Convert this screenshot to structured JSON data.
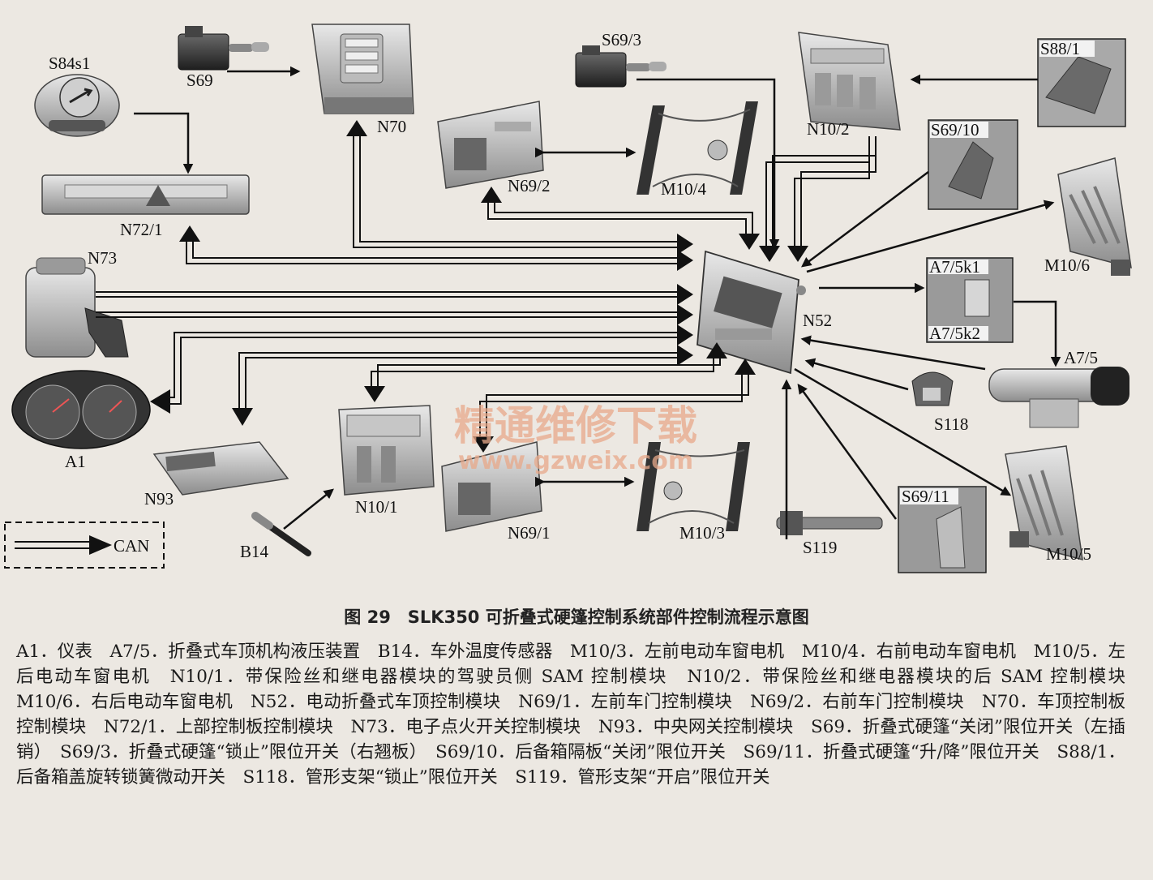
{
  "labels": {
    "s84s1": "S84s1",
    "s69": "S69",
    "n70": "N70",
    "s69_3": "S69/3",
    "n10_2": "N10/2",
    "s88_1": "S88/1",
    "n72_1": "N72/1",
    "n69_2": "N69/2",
    "m10_4": "M10/4",
    "s69_10": "S69/10",
    "m10_6": "M10/6",
    "n73": "N73",
    "n52": "N52",
    "a7_5k1": "A7/5k1",
    "a7_5k2": "A7/5k2",
    "a7_5": "A7/5",
    "a1": "A1",
    "s118": "S118",
    "n93": "N93",
    "n10_1": "N10/1",
    "n69_1": "N69/1",
    "m10_3": "M10/3",
    "s119": "S119",
    "s69_11": "S69/11",
    "m10_5": "M10/5",
    "b14": "B14",
    "can": "CAN"
  },
  "watermark": {
    "line1": "精通维修下载",
    "line2": "www.gzweix.com"
  },
  "caption": "图 29　SLK350 可折叠式硬篷控制系统部件控制流程示意图",
  "legend": "A1．仪表　A7/5．折叠式车顶机构液压装置　B14．车外温度传感器　M10/3．左前电动车窗电机　M10/4．右前电动车窗电机　M10/5．左后电动车窗电机　N10/1．带保险丝和继电器模块的驾驶员侧 SAM 控制模块　N10/2．带保险丝和继电器模块的后 SAM 控制模块　M10/6．右后电动车窗电机　N52．电动折叠式车顶控制模块　N69/1．左前车门控制模块　N69/2．右前车门控制模块　N70．车顶控制板控制模块　N72/1．上部控制板控制模块　N73．电子点火开关控制模块　N93．中央网关控制模块　S69．折叠式硬篷“关闭”限位开关（左插销）　S69/3．折叠式硬篷“锁止”限位开关（右翘板）　S69/10．后备箱隔板“关闭”限位开关　S69/11．折叠式硬篷“升/降”限位开关　S88/1．后备箱盖旋转锁簧微动开关　S118．管形支架“锁止”限位开关　S119．管形支架“开启”限位开关"
}
